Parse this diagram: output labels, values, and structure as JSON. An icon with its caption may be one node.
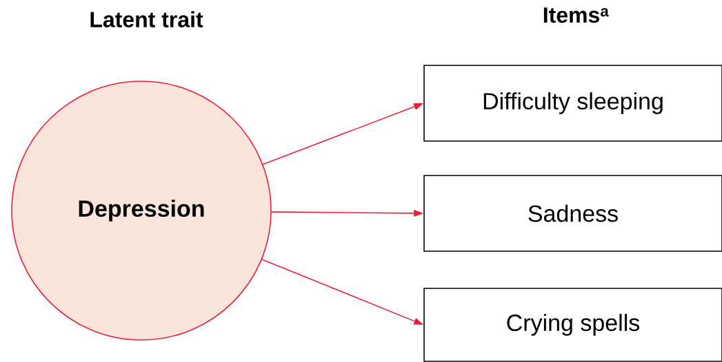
{
  "diagram": {
    "nodes": [
      {
        "text": [
          "Depression"
        ]
      },
      {
        "text": [
          "Difficulty sleeping"
        ]
      },
      {
        "text": [
          "Sadness"
        ]
      },
      {
        "text": [
          "Crying spells"
        ]
      }
    ],
    "edges": [
      {
        "from": 0,
        "to": 1,
        "arrow": "to"
      },
      {
        "from": 0,
        "to": 2,
        "arrow": "to"
      },
      {
        "from": 0,
        "to": 3,
        "arrow": "to"
      }
    ],
    "labels": [
      "Latent trait",
      "Items$^{a}$"
    ]
  }
}
